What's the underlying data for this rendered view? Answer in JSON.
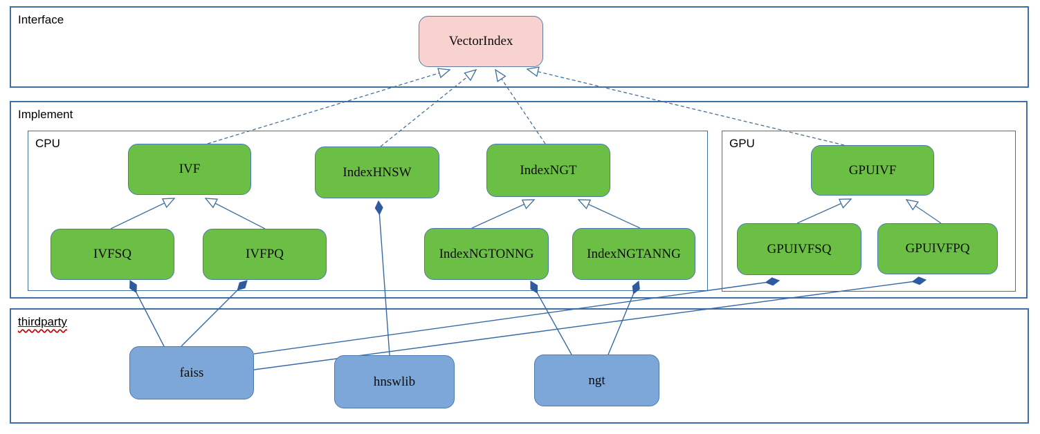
{
  "diagram": {
    "groups": {
      "interface": {
        "label": "Interface"
      },
      "implement": {
        "label": "Implement"
      },
      "cpu": {
        "label": "CPU"
      },
      "gpu": {
        "label": "GPU"
      },
      "thirdparty": {
        "label": "thirdparty"
      }
    },
    "nodes": {
      "vectorindex": {
        "label": "VectorIndex",
        "kind": "interface"
      },
      "ivf": {
        "label": "IVF",
        "kind": "cpu-class"
      },
      "indexhnsw": {
        "label": "IndexHNSW",
        "kind": "cpu-class"
      },
      "indexngt": {
        "label": "IndexNGT",
        "kind": "cpu-class"
      },
      "ivfsq": {
        "label": "IVFSQ",
        "kind": "cpu-class"
      },
      "ivfpq": {
        "label": "IVFPQ",
        "kind": "cpu-class"
      },
      "indexngtonng": {
        "label": "IndexNGTONNG",
        "kind": "cpu-class"
      },
      "indexngtanng": {
        "label": "IndexNGTANNG",
        "kind": "cpu-class"
      },
      "gpuivf": {
        "label": "GPUIVF",
        "kind": "gpu-class"
      },
      "gpuivfsq": {
        "label": "GPUIVFSQ",
        "kind": "gpu-class"
      },
      "gpuivfpq": {
        "label": "GPUIVFPQ",
        "kind": "gpu-class"
      },
      "faiss": {
        "label": "faiss",
        "kind": "thirdparty-lib"
      },
      "hnswlib": {
        "label": "hnswlib",
        "kind": "thirdparty-lib"
      },
      "ngt": {
        "label": "ngt",
        "kind": "thirdparty-lib"
      }
    },
    "edges": [
      {
        "from": "ivf",
        "to": "vectorindex",
        "type": "realization-dashed-hollow-arrow"
      },
      {
        "from": "indexhnsw",
        "to": "vectorindex",
        "type": "realization-dashed-hollow-arrow"
      },
      {
        "from": "indexngt",
        "to": "vectorindex",
        "type": "realization-dashed-hollow-arrow"
      },
      {
        "from": "gpuivf",
        "to": "vectorindex",
        "type": "realization-dashed-hollow-arrow"
      },
      {
        "from": "ivfsq",
        "to": "ivf",
        "type": "inheritance-hollow-arrow"
      },
      {
        "from": "ivfpq",
        "to": "ivf",
        "type": "inheritance-hollow-arrow"
      },
      {
        "from": "indexngtonng",
        "to": "indexngt",
        "type": "inheritance-hollow-arrow"
      },
      {
        "from": "indexngtanng",
        "to": "indexngt",
        "type": "inheritance-hollow-arrow"
      },
      {
        "from": "gpuivfsq",
        "to": "gpuivf",
        "type": "inheritance-hollow-arrow"
      },
      {
        "from": "gpuivfpq",
        "to": "gpuivf",
        "type": "inheritance-hollow-arrow"
      },
      {
        "from": "faiss",
        "to": "ivfsq",
        "type": "composition-filled-diamond"
      },
      {
        "from": "faiss",
        "to": "ivfpq",
        "type": "composition-filled-diamond"
      },
      {
        "from": "faiss",
        "to": "gpuivfsq",
        "type": "composition-filled-diamond"
      },
      {
        "from": "faiss",
        "to": "gpuivfpq",
        "type": "composition-filled-diamond"
      },
      {
        "from": "hnswlib",
        "to": "indexhnsw",
        "type": "composition-filled-diamond"
      },
      {
        "from": "ngt",
        "to": "indexngtonng",
        "type": "composition-filled-diamond"
      },
      {
        "from": "ngt",
        "to": "indexngtanng",
        "type": "composition-filled-diamond"
      }
    ],
    "colors": {
      "class_green": "#6cbf45",
      "lib_blue": "#7da7d8",
      "interface_pink": "#f8d2cf",
      "connector_blue": "#41719c",
      "container_border_blue": "#3d6ea5",
      "spellcheck_red": "#c00000"
    }
  }
}
